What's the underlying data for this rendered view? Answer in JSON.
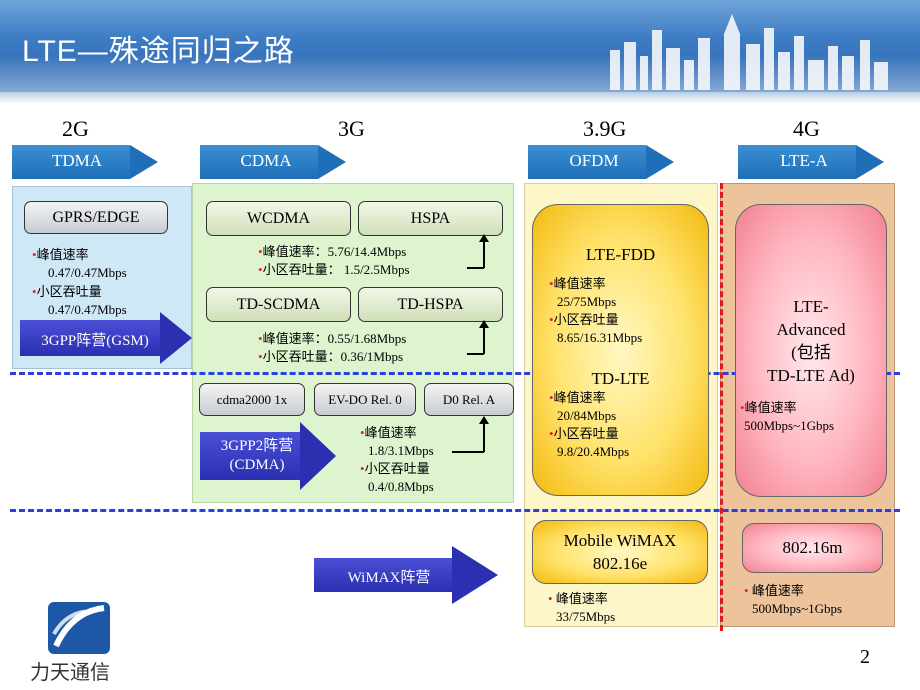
{
  "header": {
    "title": "LTE—殊途同归之路"
  },
  "generations": {
    "g2": "2G",
    "g3": "3G",
    "g39": "3.9G",
    "g4": "4G"
  },
  "tech_arrows": {
    "tdma": "TDMA",
    "cdma": "CDMA",
    "ofdm": "OFDM",
    "ltea": "LTE-A"
  },
  "gsm": {
    "box": "GPRS/EDGE",
    "peak_label": "峰值速率",
    "peak_value": "0.47/0.47Mbps",
    "cell_label": "小区吞吐量",
    "cell_value": "0.47/0.47Mbps",
    "camp": "3GPP阵营(GSM)"
  },
  "umts": {
    "wcdma": "WCDMA",
    "hspa": "HSPA",
    "peak1": "峰值速率：5.76/14.4Mbps",
    "cell1": "小区吞吐量： 1.5/2.5Mbps",
    "tdscdma": "TD-SCDMA",
    "tdhspa": "TD-HSPA",
    "peak2": "峰值速率：0.55/1.68Mbps",
    "cell2": "小区吞吐量：0.36/1Mbps"
  },
  "cdma2000": {
    "box1": "cdma2000 1x",
    "box2": "EV-DO Rel. 0",
    "box3": "D0 Rel. A",
    "camp_line1": "3GPP2阵营",
    "camp_line2": "(CDMA)",
    "peak_label": "峰值速率",
    "peak_value": "1.8/3.1Mbps",
    "cell_label": "小区吞吐量",
    "cell_value": "0.4/0.8Mbps"
  },
  "lte": {
    "fdd_title": "LTE-FDD",
    "fdd_peak_label": "峰值速率",
    "fdd_peak_value": "25/75Mbps",
    "fdd_cell_label": "小区吞吐量",
    "fdd_cell_value": "8.65/16.31Mbps",
    "tdd_title": "TD-LTE",
    "tdd_peak_label": "峰值速率",
    "tdd_peak_value": "20/84Mbps",
    "tdd_cell_label": "小区吞吐量",
    "tdd_cell_value": "9.8/20.4Mbps"
  },
  "ltea": {
    "line1": "LTE-",
    "line2": "Advanced",
    "line3": "(包括",
    "line4": "TD-LTE Ad)",
    "peak_label": "峰值速率",
    "peak_value": "500Mbps~1Gbps"
  },
  "wimax": {
    "camp": "WiMAX阵营",
    "box_line1": "Mobile WiMAX",
    "box_line2": "802.16e",
    "peak_label": "峰值速率",
    "peak_value": "33/75Mbps",
    "m_box": "802.16m",
    "m_peak_label": "峰值速率",
    "m_peak_value": "500Mbps~1Gbps"
  },
  "footer": {
    "logo_text": "力天通信",
    "page_number": "2"
  },
  "colors": {
    "header_blue": "#2b63ad",
    "arrow_blue": "#1f6fb8",
    "camp_arrow": "#2b2fb0",
    "dash_blue": "#2a3fe0",
    "dash_red": "#e01a1a"
  }
}
